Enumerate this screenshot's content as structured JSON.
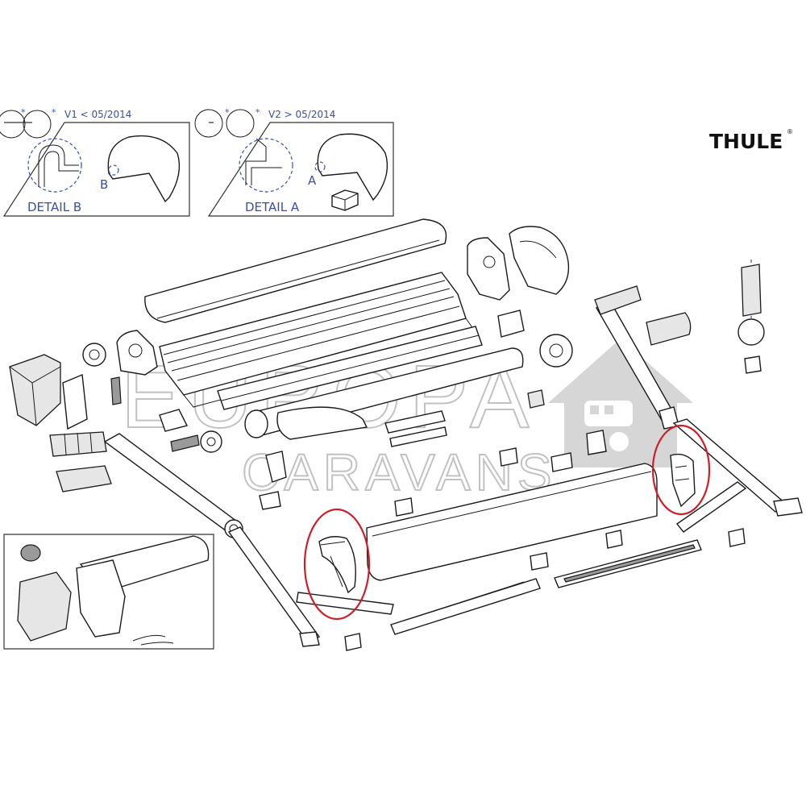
{
  "brand": {
    "logo_text": "THULE"
  },
  "watermark": {
    "line1": "EUROPA",
    "line2": "CARAVANS"
  },
  "details": [
    {
      "version": "V1 < 05/2014",
      "caption": "DETAIL B",
      "marker": "B",
      "star1": "*",
      "star2": "*"
    },
    {
      "version": "V2 > 05/2014",
      "caption": "DETAIL A",
      "marker": "A",
      "star1": "*",
      "star2": "*"
    }
  ],
  "highlighted_parts": [
    "left-end-cap",
    "right-end-cap"
  ],
  "colors": {
    "highlight": "#cc1f2a",
    "callout": "#3a4fa8",
    "watermark": "#b8b8b8"
  }
}
